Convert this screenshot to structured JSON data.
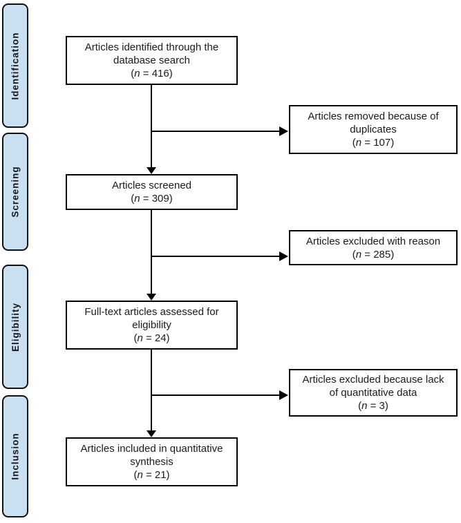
{
  "colors": {
    "stage_fill": "#c9dff2",
    "stage_border": "#111111",
    "box_border": "#000000",
    "line": "#000000"
  },
  "stages": [
    {
      "label": "Identification"
    },
    {
      "label": "Screening"
    },
    {
      "label": "Eligibility"
    },
    {
      "label": "Inclusion"
    }
  ],
  "main_boxes": [
    {
      "line1": "Articles identified through the",
      "line2": "database search",
      "n_open": "(",
      "n_sym": "n",
      "n_rest": " = 416)"
    },
    {
      "line1": "Articles screened",
      "n_open": "(",
      "n_sym": "n",
      "n_rest": " = 309)"
    },
    {
      "line1": "Full-text articles assessed for",
      "line2": "eligibility",
      "n_open": "(",
      "n_sym": "n",
      "n_rest": " = 24)"
    },
    {
      "line1": "Articles included in quantitative",
      "line2": "synthesis",
      "n_open": "(",
      "n_sym": "n",
      "n_rest": " = 21)"
    }
  ],
  "side_boxes": [
    {
      "line1": "Articles removed because of",
      "line2": "duplicates",
      "n_open": "(",
      "n_sym": "n",
      "n_rest": " = 107)"
    },
    {
      "line1": "Articles excluded with reason",
      "n_open": "(",
      "n_sym": "n",
      "n_rest": " = 285)"
    },
    {
      "line1": "Articles excluded because lack",
      "line2": "of quantitative data",
      "n_open": "(",
      "n_sym": "n",
      "n_rest": " = 3)"
    }
  ]
}
